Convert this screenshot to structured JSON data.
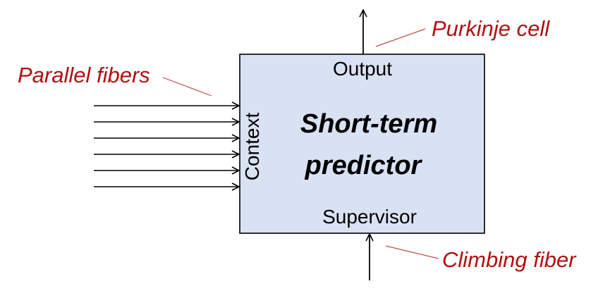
{
  "block": {
    "output_label": "Output",
    "supervisor_label": "Supervisor",
    "context_label": "Context",
    "title_line1": "Short-term",
    "title_line2": "predictor"
  },
  "annotations": {
    "purkinje": "Purkinje cell",
    "parallel": "Parallel fibers",
    "climbing": "Climbing fiber"
  },
  "colors": {
    "block_fill": "#d9e2f2",
    "annotation_text": "#b01010",
    "leader_line": "#c0504d"
  },
  "input_fiber_count": 6
}
